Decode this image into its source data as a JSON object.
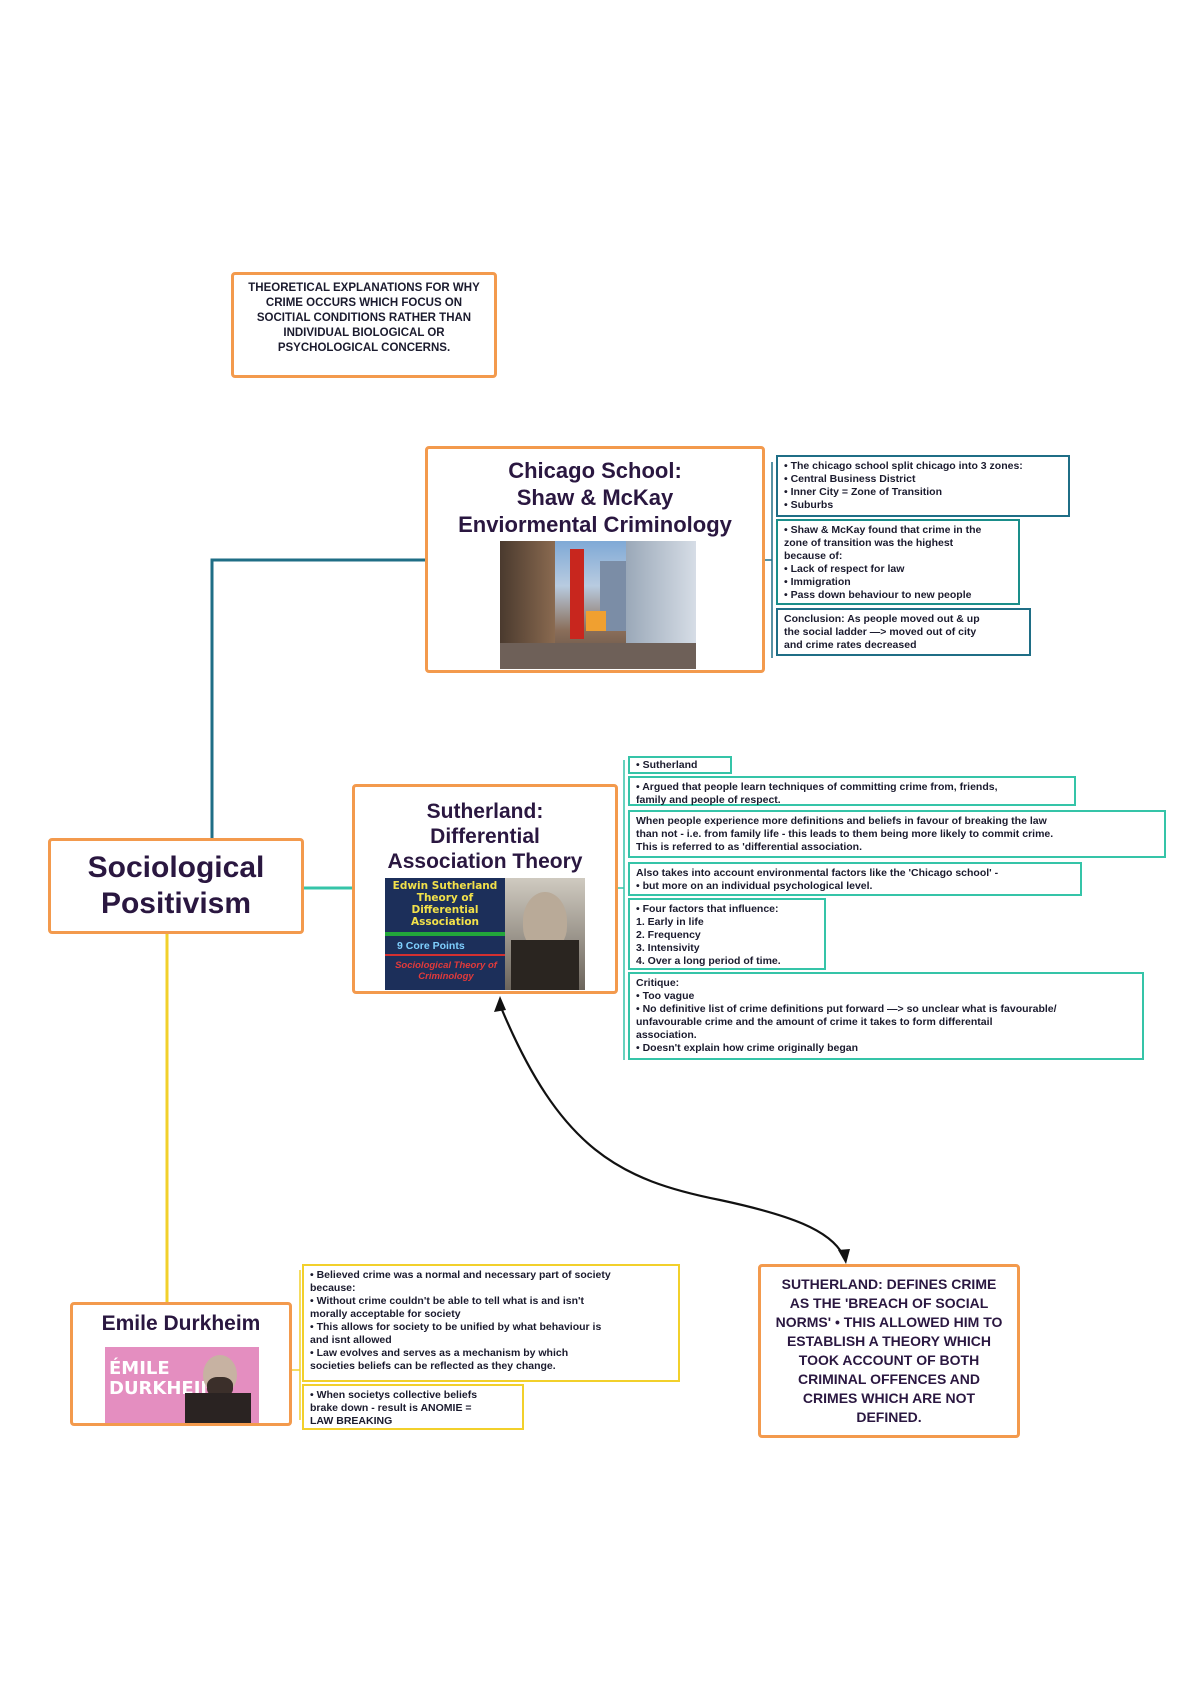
{
  "intro_box": {
    "text": "THEORETICAL EXPLANATIONS FOR WHY CRIME OCCURS WHICH FOCUS ON SOCITIAL CONDITIONS RATHER THAN INDIVIDUAL BIOLOGICAL OR PSYCHOLOGICAL CONCERNS."
  },
  "central": {
    "line1": "Sociological",
    "line2": "Positivism"
  },
  "chicago": {
    "title1": "Chicago School:",
    "title2": "Shaw & McKay",
    "title3": "Enviormental Criminology",
    "notes": [
      {
        "lines": [
          "• The chicago school split chicago into 3 zones:",
          "  • Central Business District",
          "  • Inner City = Zone of Transition",
          "  • Suburbs"
        ]
      },
      {
        "lines": [
          "• Shaw & McKay found that crime in the",
          "  zone of transition was the highest",
          "  because of:",
          "  •  Lack of respect for law",
          "  •  Immigration",
          "  •  Pass down behaviour to new people"
        ]
      },
      {
        "lines": [
          "  Conclusion: As people moved out & up",
          "  the social ladder —> moved out of city",
          "  and crime rates decreased"
        ]
      }
    ]
  },
  "sutherland": {
    "title1": "Sutherland:",
    "title2": "Differential",
    "title3": "Association Theory",
    "image_lines": [
      "Edwin Sutherland",
      "Theory of",
      "Differential",
      "Association",
      "9 Core Points",
      "Sociological Theory of",
      "Criminology"
    ],
    "notes": [
      {
        "lines": [
          "•  Sutherland"
        ]
      },
      {
        "lines": [
          "•  Argued that people learn techniques of committing crime from, friends,",
          "   family and people of respect."
        ]
      },
      {
        "lines": [
          "  When people experience more definitions and beliefs in favour of breaking the law",
          "   than not - i.e. from family life - this leads to them being more likely to commit crime.",
          "   This is referred to as 'differential association."
        ]
      },
      {
        "lines": [
          "  Also takes into account environmental factors like the 'Chicago school' -",
          "  •  but more on an individual psychological level."
        ]
      },
      {
        "lines": [
          "•  Four factors that influence:",
          "  1. Early in life",
          "  2. Frequency",
          "   3. Intensivity",
          "   4. Over a long period of time."
        ]
      },
      {
        "lines": [
          "  Critique:",
          "  •  Too vague",
          "  •  No definitive list of crime definitions put forward —> so unclear what is favourable/",
          "     unfavourable crime and the amount of crime it takes to form differentail",
          "     association.",
          "  •  Doesn't explain how crime originally began"
        ]
      }
    ]
  },
  "sutherland_def": {
    "text": "SUTHERLAND: DEFINES CRIME AS THE 'BREACH OF SOCIAL NORMS' • THIS ALLOWED HIM TO ESTABLISH A THEORY WHICH TOOK ACCOUNT OF BOTH CRIMINAL OFFENCES AND CRIMES WHICH ARE NOT DEFINED."
  },
  "durkheim": {
    "title": "Emile Durkheim",
    "image_lines": [
      "ÉMILE",
      "DURKHEIM"
    ],
    "notes": [
      {
        "lines": [
          "•  Believed crime was a normal and necessary part of society",
          "   because:",
          "   •  Without crime couldn't be able to tell what is and isn't",
          "   morally acceptable for society",
          "   •  This allows for society to be unified by what behaviour is",
          "   and isnt allowed",
          "     •  Law evolves and serves as a mechanism by which",
          "   societies beliefs can be reflected as they change."
        ]
      },
      {
        "lines": [
          "•  When societys collective beliefs",
          "   brake down - result is ANOMIE =",
          "   LAW BREAKING"
        ]
      }
    ]
  },
  "colors": {
    "orange": "#f39a4d",
    "teal": "#1a8e8a",
    "petrol": "#1f6e86",
    "aqua": "#35c4a8",
    "yellow": "#f2d02b",
    "title_purple": "#2a1740"
  }
}
